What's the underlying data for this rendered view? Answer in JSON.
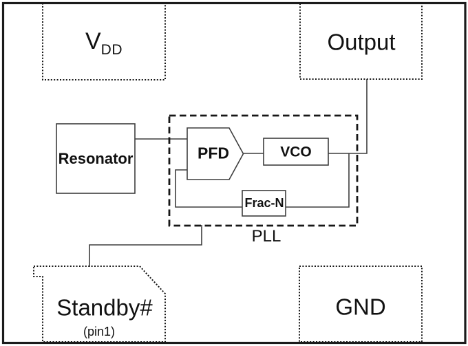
{
  "diagram": {
    "pads": {
      "vdd": {
        "base": "V",
        "subscript": "DD"
      },
      "output": {
        "label": "Output"
      },
      "standby": {
        "label": "Standby#",
        "pin_note": "(pin1)"
      },
      "gnd": {
        "label": "GND"
      }
    },
    "blocks": {
      "resonator": {
        "label": "Resonator"
      },
      "pfd": {
        "label": "PFD"
      },
      "vco": {
        "label": "VCO"
      },
      "frac_n": {
        "label": "Frac-N"
      }
    },
    "groups": {
      "pll": {
        "label": "PLL"
      }
    },
    "colors": {
      "background": "#ffffff",
      "page_border": "#1b1b1b",
      "wire": "#3d3d3d",
      "text": "#111111"
    }
  }
}
